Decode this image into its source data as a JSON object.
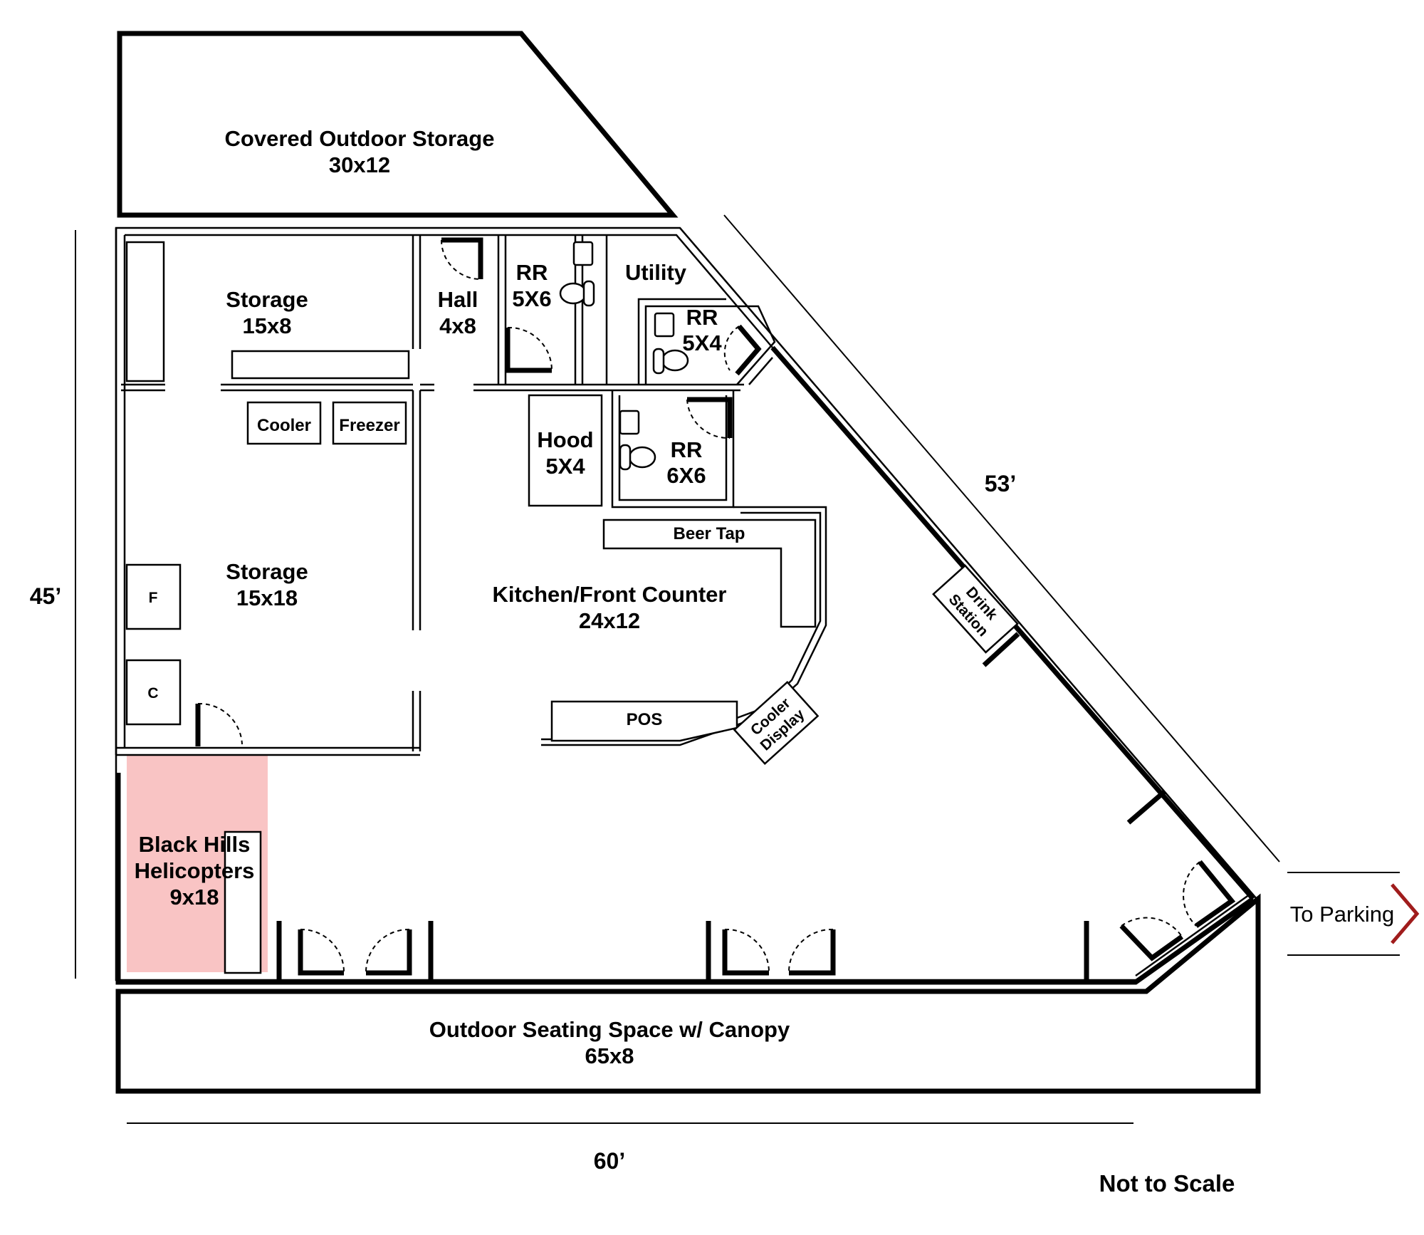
{
  "rooms": {
    "covered_storage": {
      "name": "Covered Outdoor Storage",
      "size": "30x12"
    },
    "storage_top": {
      "name": "Storage",
      "size": "15x8"
    },
    "hall": {
      "name": "Hall",
      "size": "4x8"
    },
    "rr_5x6": {
      "name": "RR",
      "size": "5X6"
    },
    "utility": {
      "name": "Utility"
    },
    "rr_5x4": {
      "name": "RR",
      "size": "5X4"
    },
    "hood": {
      "name": "Hood",
      "size": "5X4"
    },
    "rr_6x6": {
      "name": "RR",
      "size": "6X6"
    },
    "storage_main": {
      "name": "Storage",
      "size": "15x18"
    },
    "kitchen": {
      "name": "Kitchen/Front Counter",
      "size": "24x12"
    },
    "black_hills": {
      "name_line1": "Black Hills",
      "name_line2": "Helicopters",
      "size": "9x18",
      "highlight_color": "#f9c4c4"
    },
    "outdoor_seating": {
      "name": "Outdoor Seating Space w/ Canopy",
      "size": "65x8"
    }
  },
  "fixtures": {
    "cooler": "Cooler",
    "freezer": "Freezer",
    "f_unit": "F",
    "c_unit": "C",
    "beer_tap": "Beer Tap",
    "pos": "POS",
    "cooler_display_line1": "Cooler",
    "cooler_display_line2": "Display",
    "drink_station_line1": "Drink",
    "drink_station_line2": "Station"
  },
  "dimensions": {
    "height": "45’",
    "width": "60’",
    "diagonal": "53’"
  },
  "notes": {
    "scale": "Not to Scale",
    "parking": "To Parking",
    "parking_arrow_color": "#a01c1c"
  }
}
